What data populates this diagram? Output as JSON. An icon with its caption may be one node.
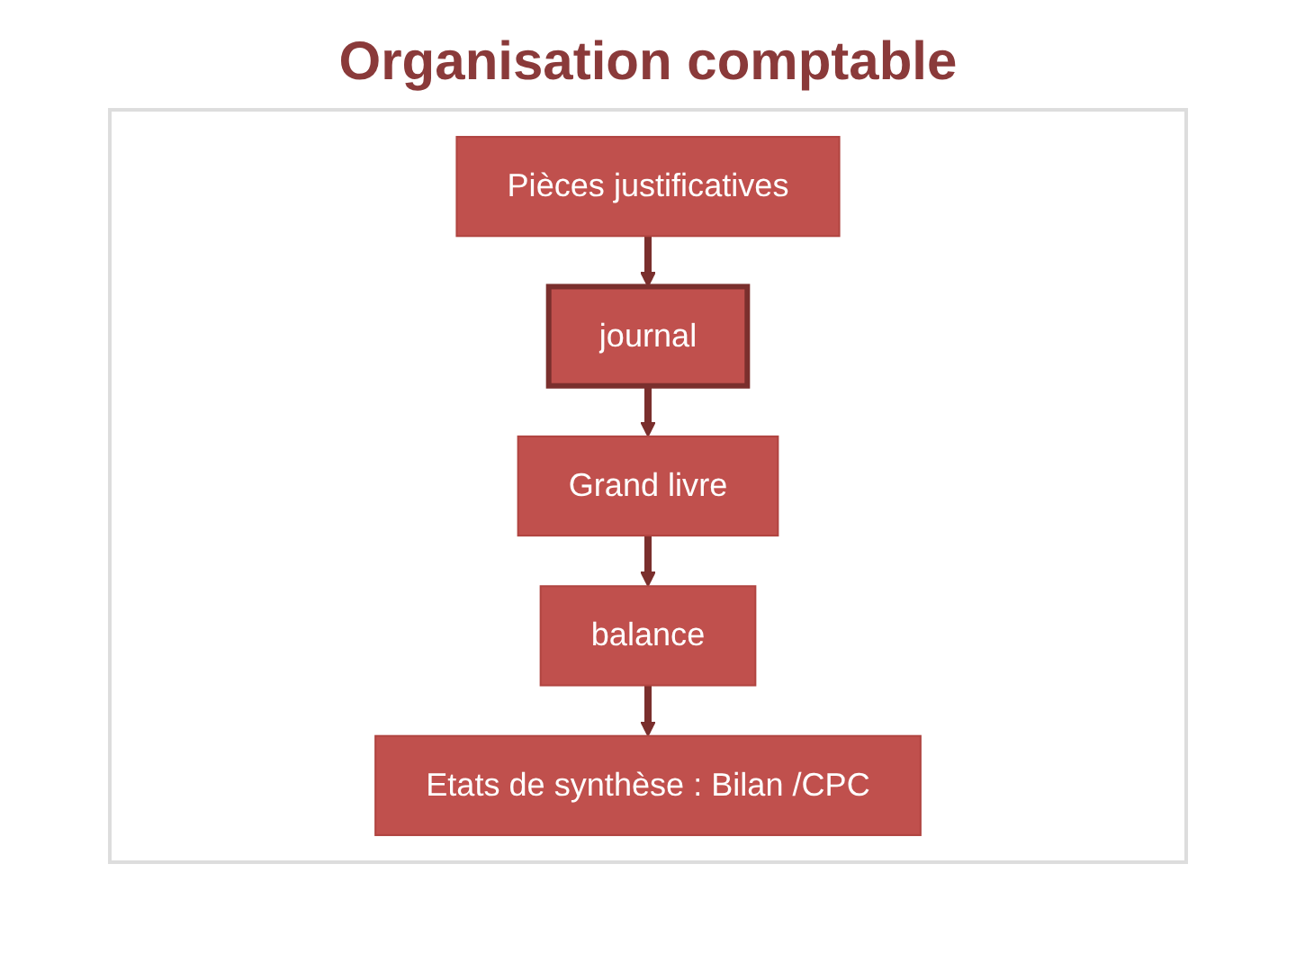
{
  "diagram": {
    "title": "Organisation comptable",
    "nodes": [
      {
        "text": [
          "Pièces justificatives"
        ]
      },
      {
        "text": [
          "journal"
        ]
      },
      {
        "text": [
          "Grand livre"
        ]
      },
      {
        "text": [
          "balance"
        ]
      },
      {
        "text": [
          "Etats de synthèse : Bilan /CPC"
        ]
      }
    ],
    "edges": [
      {
        "from": 0,
        "to": 1,
        "arrow": "to"
      },
      {
        "from": 1,
        "to": 2,
        "arrow": "to"
      },
      {
        "from": 2,
        "to": 3,
        "arrow": "to"
      },
      {
        "from": 3,
        "to": 4,
        "arrow": "to"
      }
    ]
  }
}
